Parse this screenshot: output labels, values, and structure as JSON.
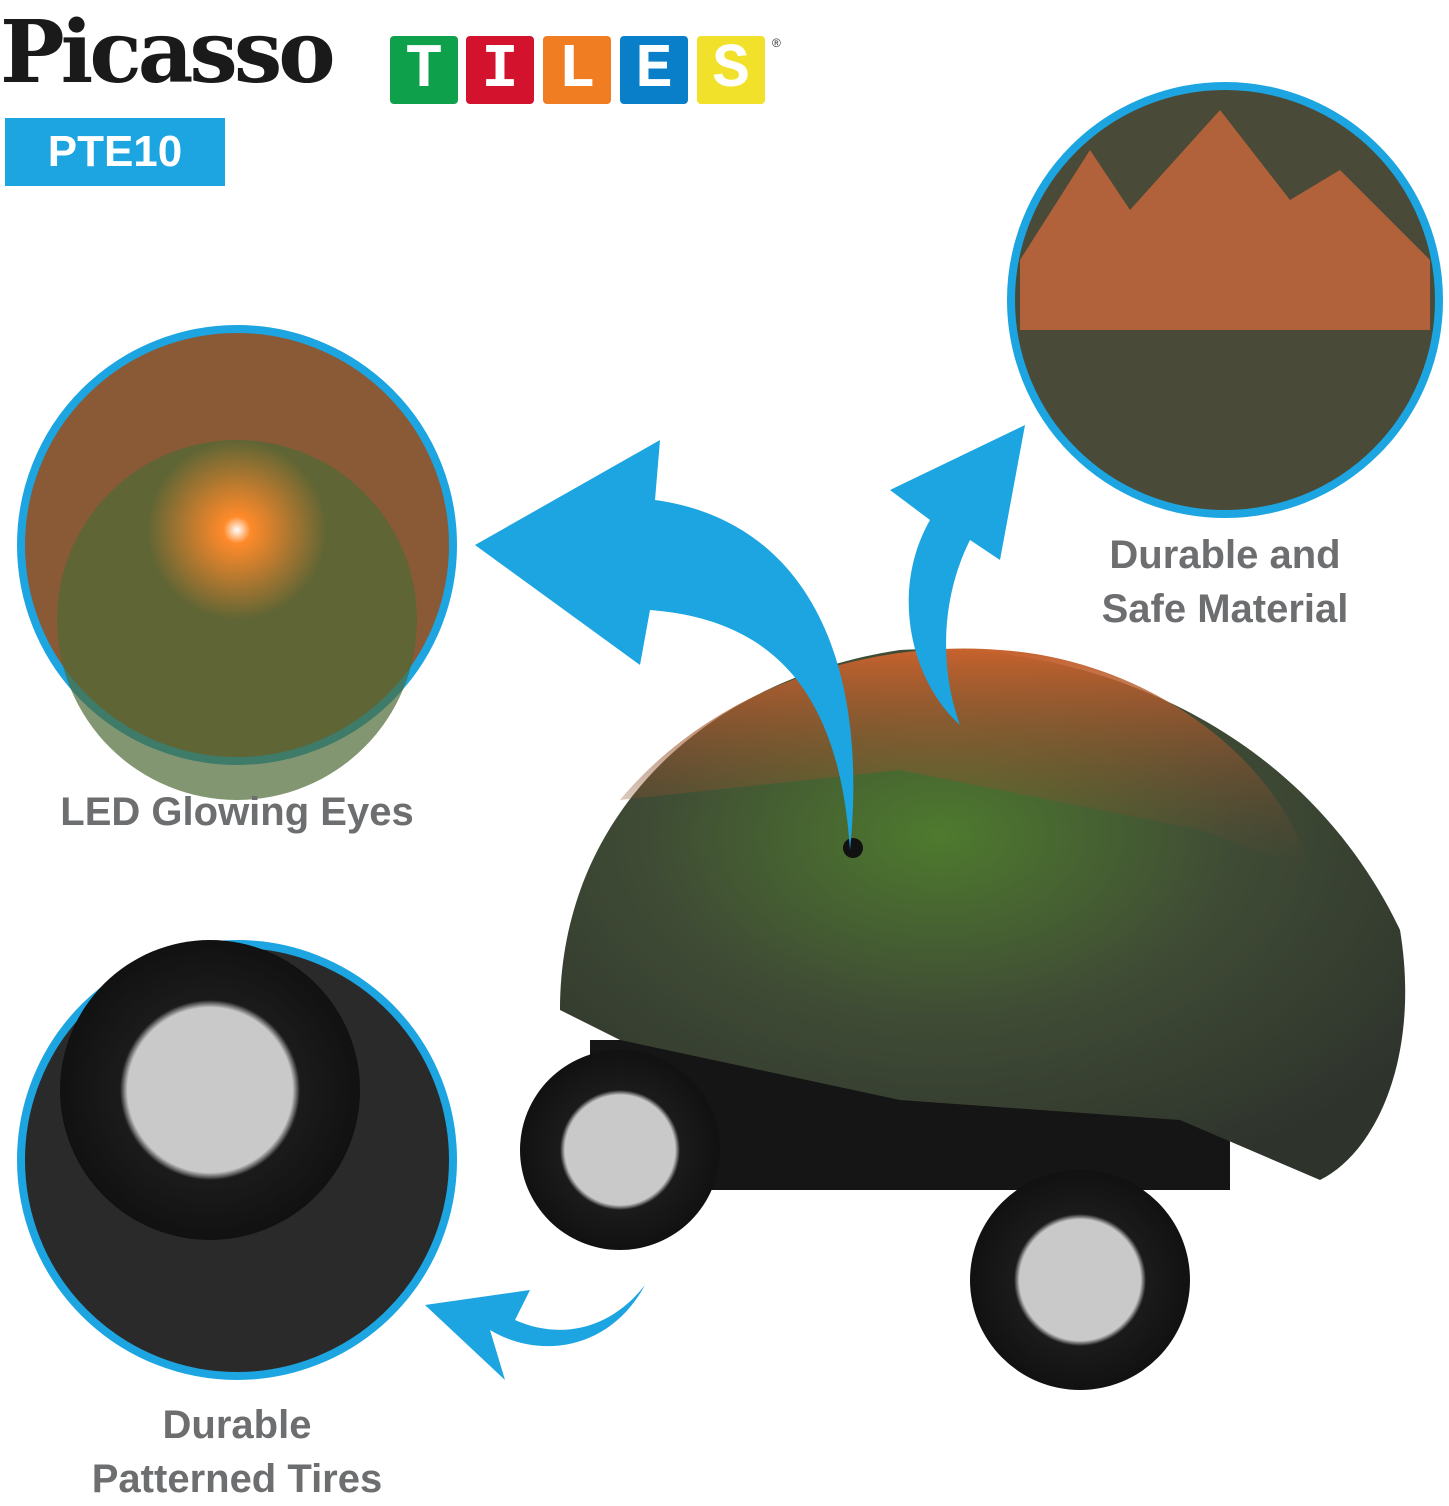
{
  "logo": {
    "brand": "Picasso",
    "tiles_letters": [
      "T",
      "I",
      "L",
      "E",
      "S"
    ],
    "tile_colors": [
      "#0ea04b",
      "#d3122e",
      "#f07d22",
      "#0a7fc9",
      "#f1e12a"
    ],
    "registered": "®"
  },
  "model_badge": "PTE10",
  "accent": "#1ca5e0",
  "features": [
    {
      "lines": [
        "LED Glowing Eyes"
      ]
    },
    {
      "lines": [
        "Durable and",
        "Safe Material"
      ]
    },
    {
      "lines": [
        "Durable",
        "Patterned Tires"
      ]
    }
  ]
}
